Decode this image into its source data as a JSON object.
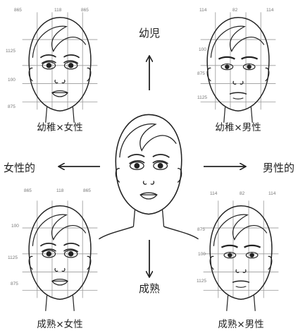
{
  "directions": {
    "up": "幼児",
    "down": "成熟",
    "left": "女性的",
    "right": "男性的"
  },
  "faces": [
    {
      "id": "young-female",
      "caption": "幼稚×女性",
      "top_marks": [
        "865",
        "118",
        "865"
      ],
      "side_marks": [
        "1125",
        "100",
        "875"
      ]
    },
    {
      "id": "young-male",
      "caption": "幼稚×男性",
      "top_marks": [
        "114",
        "82",
        "114"
      ],
      "side_marks": [
        "100",
        "875",
        "1125"
      ]
    },
    {
      "id": "mature-female",
      "caption": "成熟×女性",
      "top_marks": [
        "865",
        "118",
        "865"
      ],
      "side_marks": [
        "100",
        "1125",
        "875"
      ]
    },
    {
      "id": "mature-male",
      "caption": "成熟×男性",
      "top_marks": [
        "114",
        "82",
        "114"
      ],
      "side_marks": [
        "875",
        "100",
        "1125"
      ]
    }
  ],
  "colors": {
    "line": "#222222",
    "guide": "#9a9a9a"
  }
}
